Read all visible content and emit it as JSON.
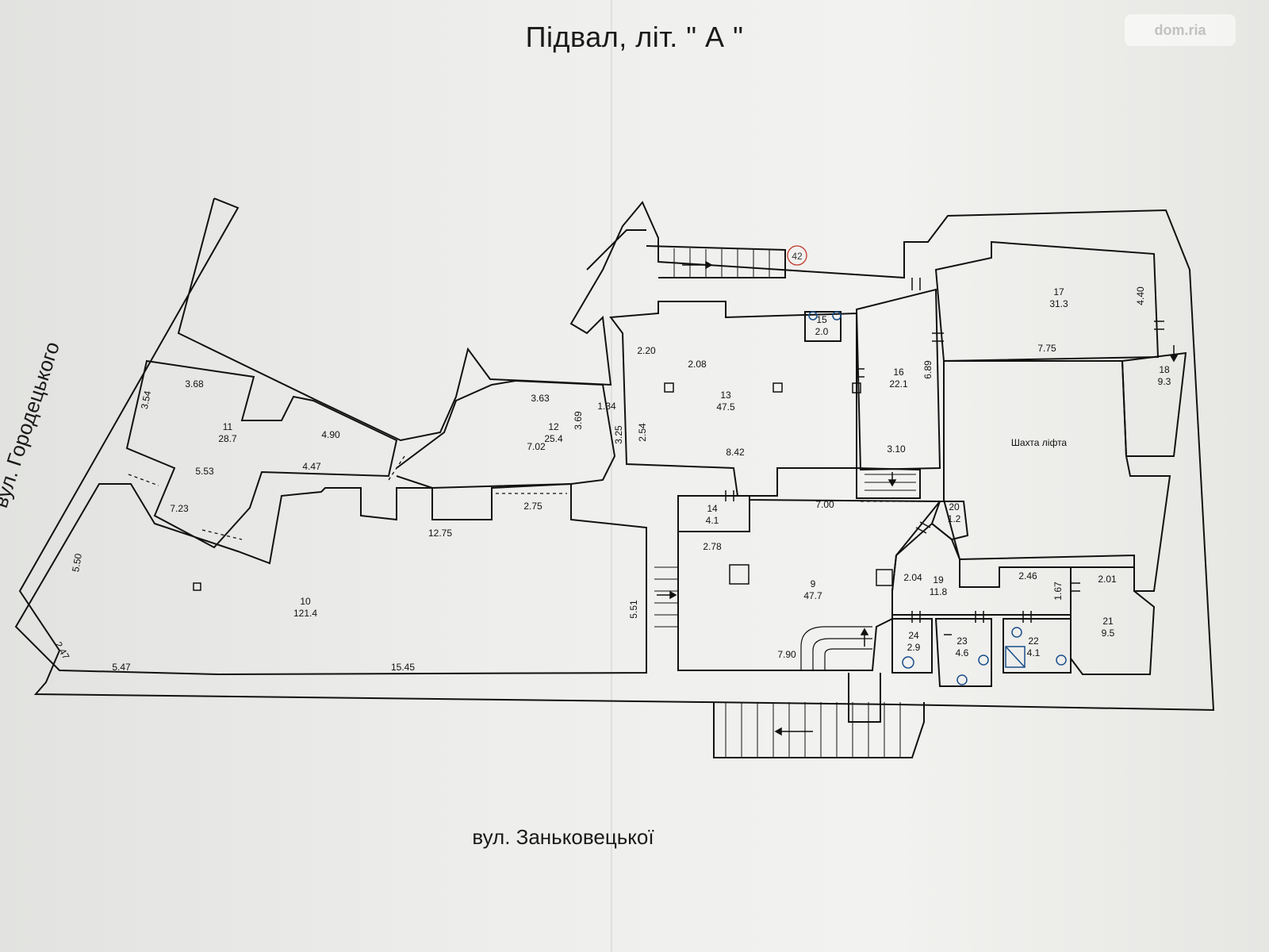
{
  "title": "Підвал, літ. \" А \"",
  "streets": {
    "left": "вул. Городецького",
    "bottom": "вул. Заньковецької"
  },
  "watermark": "dom.ria",
  "marker": "42",
  "shaft_label": "Шахта ліфта",
  "rooms": [
    {
      "no": "9",
      "area": "47.7"
    },
    {
      "no": "10",
      "area": "121.4"
    },
    {
      "no": "11",
      "area": "28.7"
    },
    {
      "no": "12",
      "area": "25.4"
    },
    {
      "no": "13",
      "area": "47.5"
    },
    {
      "no": "14",
      "area": "4.1"
    },
    {
      "no": "15",
      "area": "2.0"
    },
    {
      "no": "16",
      "area": "22.1"
    },
    {
      "no": "17",
      "area": "31.3"
    },
    {
      "no": "18",
      "area": "9.3"
    },
    {
      "no": "19",
      "area": "11.8"
    },
    {
      "no": "20",
      "area": "1.2"
    },
    {
      "no": "21",
      "area": "9.5"
    },
    {
      "no": "22",
      "area": "4.1"
    },
    {
      "no": "23",
      "area": "4.6"
    },
    {
      "no": "24",
      "area": "2.9"
    }
  ],
  "dimensions": [
    "3.68",
    "3.54",
    "4.90",
    "5.53",
    "4.47",
    "7.23",
    "5.50",
    "2.47",
    "5.47",
    "15.45",
    "12.75",
    "2.75",
    "7.02",
    "3.63",
    "3.69",
    "1.34",
    "3.25",
    "2.54",
    "2.20",
    "2.08",
    "8.42",
    "6.89",
    "3.10",
    "4.40",
    "7.75",
    "7.00",
    "2.78",
    "5.51",
    "7.90",
    "2.04",
    "2.46",
    "1.67",
    "2.01"
  ]
}
